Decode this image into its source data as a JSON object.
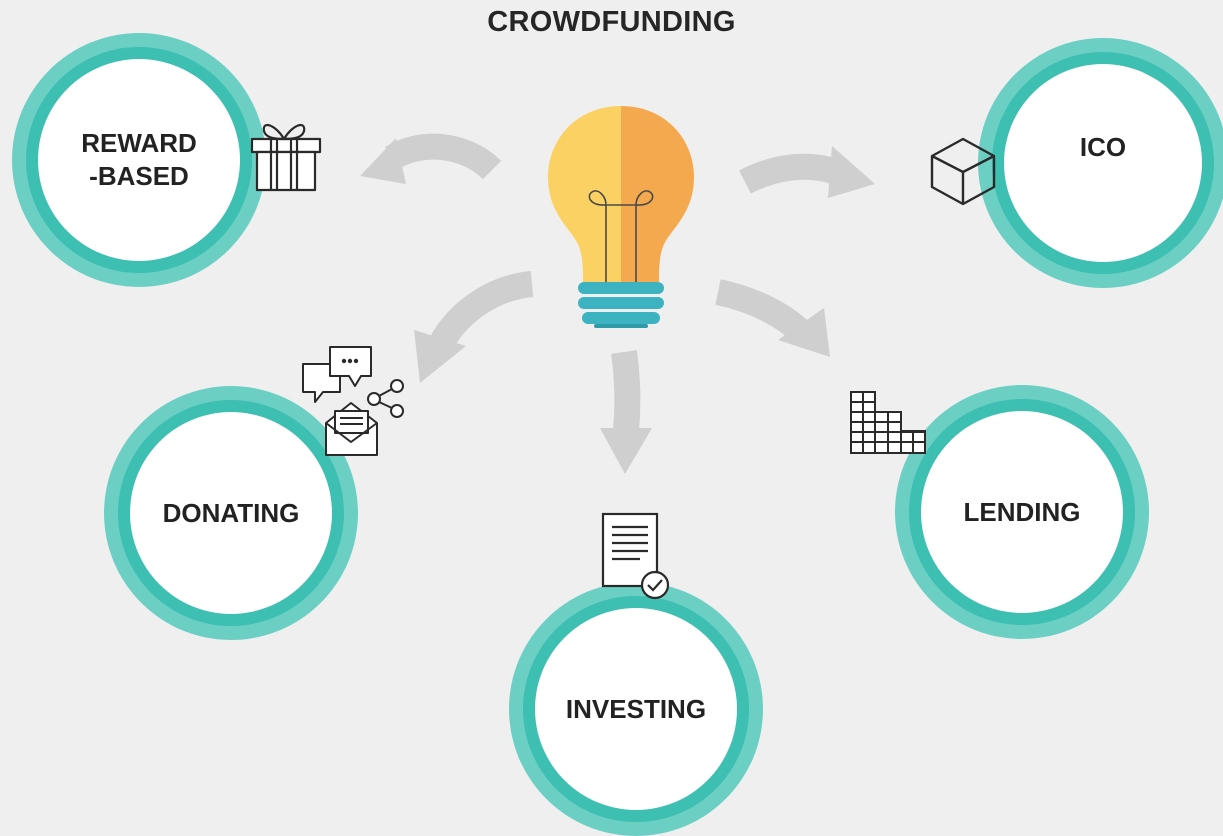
{
  "title": "CROWDFUNDING",
  "nodes": {
    "reward": {
      "label": "REWARD\n-BASED",
      "icon": "gift-icon"
    },
    "ico": {
      "label": "ICO",
      "icon": "cube-icon"
    },
    "donating": {
      "label": "DONATING",
      "icon": "chat-share-mail-icon"
    },
    "investing": {
      "label": "INVESTING",
      "icon": "document-check-icon"
    },
    "lending": {
      "label": "LENDING",
      "icon": "bar-steps-icon"
    }
  },
  "center": {
    "icon": "lightbulb-icon"
  },
  "colors": {
    "background": "#efefef",
    "ring_outer": "#6ccfc4",
    "ring_inner": "#3dbfb2",
    "face": "#ffffff",
    "arrow": "#cfcfcf",
    "bulb_left": "#fbd163",
    "bulb_right": "#f5a94e",
    "bulb_base": "#3db3c2",
    "text": "#222222"
  }
}
